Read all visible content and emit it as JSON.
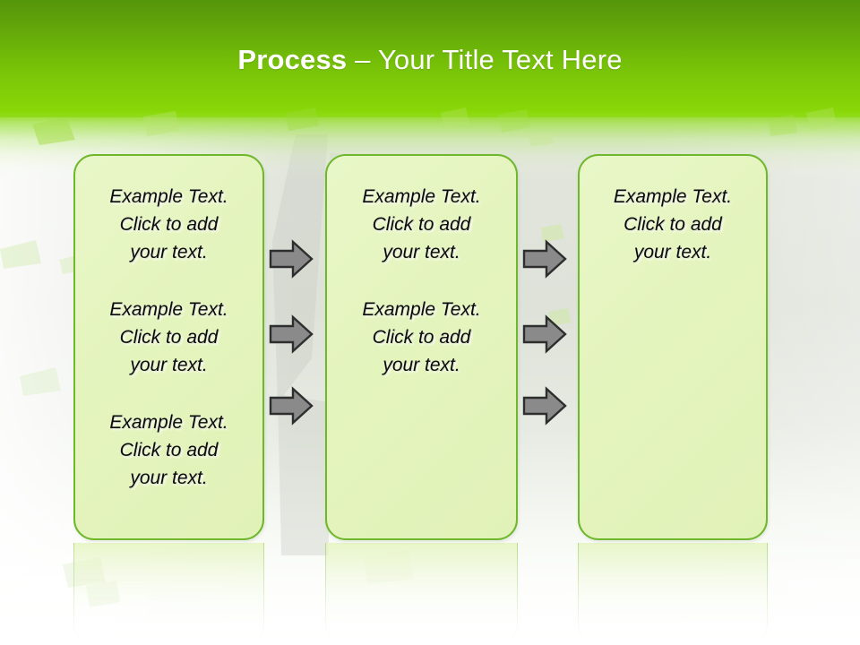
{
  "slide": {
    "title_strong": "Process",
    "title_rest": " – Your Title Text Here",
    "accent_green": "#6fb72c",
    "header_green_top": "#54960a",
    "header_green_bottom": "#8ad808",
    "box_fill": "#e4f4bd",
    "arrow_fill": "#8a8a8a",
    "arrow_stroke": "#3a3a3a",
    "text_color": "#0b0b0b",
    "background_color": "#dee2d9"
  },
  "columns": [
    {
      "name": "column-1",
      "blocks": [
        "Example Text.\nClick  to add\nyour text.",
        "Example Text.\nClick  to add\nyour text.",
        "Example Text.\nClick  to add\nyour text."
      ]
    },
    {
      "name": "column-2",
      "blocks": [
        "Example Text.\nClick  to add\nyour text.",
        "Example Text.\nClick  to add\nyour text."
      ]
    },
    {
      "name": "column-3",
      "blocks": [
        "Example Text.\nClick  to add\nyour text."
      ]
    }
  ],
  "connectors": {
    "gap_a": [
      "arrow-right",
      "arrow-right",
      "arrow-right"
    ],
    "gap_b": [
      "arrow-right",
      "arrow-right",
      "arrow-right"
    ]
  }
}
